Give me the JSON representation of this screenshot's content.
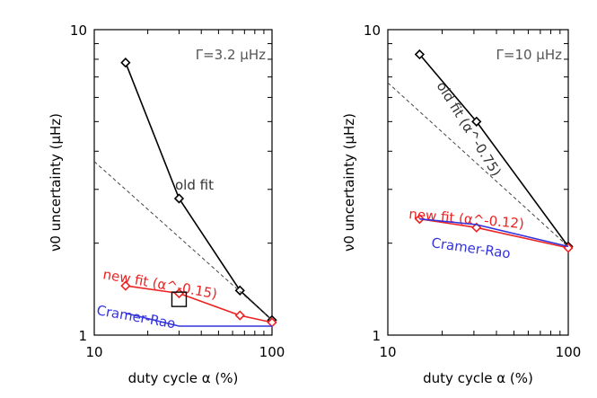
{
  "chart_data": [
    {
      "type": "line",
      "xscale": "log",
      "yscale": "log",
      "xlim": [
        10,
        100
      ],
      "ylim": [
        1,
        10
      ],
      "xlabel": "duty cycle α (%)",
      "ylabel": "ν0 uncertainty (μHz)",
      "x_tick_labels": [
        "10",
        "100"
      ],
      "y_tick_labels": [
        "1",
        "10"
      ],
      "annotation": "Γ=3.2 μHz",
      "series": [
        {
          "name": "old fit",
          "color": "#000000",
          "marker": "diamond",
          "style": "solid",
          "points": [
            [
              15,
              7.8
            ],
            [
              30,
              2.8
            ],
            [
              66,
              1.4
            ],
            [
              100,
              1.12
            ]
          ]
        },
        {
          "name": "new fit (α^-0.15)",
          "color": "#ee2222",
          "marker": "diamond",
          "style": "solid",
          "points": [
            [
              15,
              1.45
            ],
            [
              30,
              1.37
            ],
            [
              66,
              1.16
            ],
            [
              100,
              1.1
            ]
          ]
        },
        {
          "name": "Cramer-Rao",
          "color": "#3333dd",
          "marker": "none",
          "style": "solid",
          "points": [
            [
              15,
              1.18
            ],
            [
              30,
              1.07
            ],
            [
              66,
              1.07
            ],
            [
              100,
              1.07
            ]
          ]
        },
        {
          "name": "",
          "color": "#444444",
          "marker": "none",
          "style": "dashed",
          "points": [
            [
              10,
              3.7
            ],
            [
              100,
              1.12
            ]
          ]
        }
      ],
      "boxed_point": [
        30,
        1.31
      ]
    },
    {
      "type": "line",
      "xscale": "log",
      "yscale": "log",
      "xlim": [
        10,
        100
      ],
      "ylim": [
        1,
        10
      ],
      "xlabel": "duty cycle α (%)",
      "ylabel": "ν0 uncertainty (μHz)",
      "x_tick_labels": [
        "10",
        "100"
      ],
      "y_tick_labels": [
        "1",
        "10"
      ],
      "annotation": "Γ=10 μHz",
      "series": [
        {
          "name": "old fit (α^-0.75)",
          "color": "#000000",
          "marker": "diamond",
          "style": "solid",
          "points": [
            [
              15,
              8.3
            ],
            [
              31,
              5.0
            ],
            [
              100,
              1.95
            ]
          ]
        },
        {
          "name": "new fit (α^-0.12)",
          "color": "#ee2222",
          "marker": "diamond",
          "style": "solid",
          "points": [
            [
              15,
              2.4
            ],
            [
              31,
              2.25
            ],
            [
              100,
              1.93
            ]
          ]
        },
        {
          "name": "Cramer-Rao",
          "color": "#3333dd",
          "marker": "none",
          "style": "solid",
          "points": [
            [
              15,
              2.4
            ],
            [
              31,
              2.3
            ],
            [
              100,
              1.95
            ]
          ]
        },
        {
          "name": "",
          "color": "#444444",
          "marker": "none",
          "style": "dashed",
          "points": [
            [
              10,
              6.7
            ],
            [
              100,
              1.95
            ]
          ]
        }
      ]
    }
  ]
}
